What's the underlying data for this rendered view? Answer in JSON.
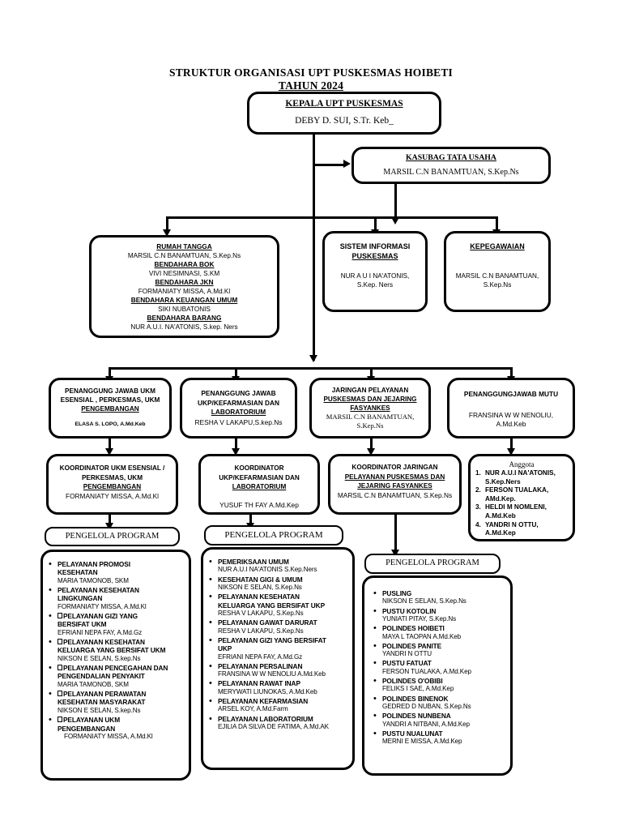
{
  "title": {
    "line1": "STRUKTUR ORGANISASI UPT PUSKESMAS HOIBETI",
    "line2": "TAHUN 2024"
  },
  "head": {
    "role": "KEPALA UPT PUSKESMAS",
    "name": "DEBY D. SUI, S.Tr. Keb_"
  },
  "kasubag": {
    "role": "KASUBAG TATA USAHA",
    "name": "MARSIL C.N BANAMTUAN, S.Kep.Ns"
  },
  "rumah_tangga": {
    "entries": [
      {
        "role": "RUMAH TANGGA",
        "name": "MARSIL C.N BANAMTUAN, S.Kep.Ns"
      },
      {
        "role": "BENDAHARA BOK",
        "name": "VIVI NESIMNASI, S.KM"
      },
      {
        "role": "BENDAHARA JKN",
        "name": "FORMANIATY MISSA, A.Md.Kl"
      },
      {
        "role": "BENDAHARA KEUANGAN UMUM",
        "name": "SIKI NUBATONIS"
      },
      {
        "role": "BENDAHARA BARANG",
        "name": "NUR A.U.I. NA'ATONIS, S.kep. Ners"
      }
    ]
  },
  "sistem_informasi": {
    "role_line1": "SISTEM INFORMASI",
    "role_line2": "PUSKESMAS",
    "name_line1": "NUR A U I NA'ATONIS,",
    "name_line2": "S.Kep. Ners"
  },
  "kepegawaian": {
    "role": "KEPEGAWAIAN",
    "name_line1": "MARSIL C.N BANAMTUAN,",
    "name_line2": "S.Kep.Ns"
  },
  "pj_ukm": {
    "role_line1": "PENANGGUNG JAWAB UKM",
    "role_line2": "ESENSIAL , PERKESMAS, UKM",
    "role_line3": "PENGEMBANGAN",
    "name": "ELASA S. LOPO, A.Md.Keb"
  },
  "pj_ukp": {
    "role_line1": "PENANGGUNG JAWAB",
    "role_line2": "UKP/KEFARMASIAN DAN",
    "role_line3": "LABORATORIUM",
    "name": "RESHA V LAKAPU,S.kep.Ns"
  },
  "jaringan": {
    "role_line1": "JARINGAN PELAYANAN",
    "role_line2": "PUSKESMAS     DAN    JEJARING",
    "role_line3": "FASYANKES",
    "name_line1": "MARSIL C.N BANAMTUAN,",
    "name_line2": "S.Kep.Ns"
  },
  "pj_mutu": {
    "role": "PENANGGUNGJAWAB MUTU",
    "name_line1": "FRANSINA W W NENOLIU,",
    "name_line2": "A.Md.Keb"
  },
  "koord_ukm": {
    "role_line1": "KOORDINATOR UKM ESENSIAL /",
    "role_line2": "PERKESMAS, UKM",
    "role_line3": "PENGEMBANGAN",
    "name": "FORMANIATY MISSA, A.Md.Kl"
  },
  "koord_ukp": {
    "role_line1": "KOORDINATOR",
    "role_line2": "UKP/KEFARMASIAN DAN",
    "role_line3": "LABORATORIUM",
    "name": "YUSUF TH FAY A.Md.Kep"
  },
  "koord_jaringan": {
    "role_line1": "KOORDINATOR JARINGAN",
    "role_line2": "PELAYANAN PUSKESMAS     DAN",
    "role_line3": "JEJARING FASYANKES",
    "name": "MARSIL C.N BANAMTUAN, S.Kep.Ns"
  },
  "anggota": {
    "heading": "Anggota",
    "members": [
      {
        "num": "1.",
        "name_line1": "NUR A.U.I NA'ATONIS,",
        "name_line2": "S.Kep.Ners"
      },
      {
        "num": "2.",
        "name_line1": "FERSON TUALAKA,",
        "name_line2": "AMd.Kep."
      },
      {
        "num": "3.",
        "name_line1": "HELDI M NOMLENI,",
        "name_line2": "A.Md.Keb"
      },
      {
        "num": "4.",
        "name_line1": "YANDRI N OTTU,",
        "name_line2": "A.Md.Kep"
      }
    ]
  },
  "pengelola_label_ukm": "PENGELOLA PROGRAM",
  "pengelola_label_ukp": "PENGELOLA PROGRAM",
  "pengelola_label_jaringan": "PENGELOLA PROGRAM",
  "programs_ukm": [
    {
      "marker": false,
      "title_lines": [
        "PELAYANAN PROMOSI",
        "KESEHATAN"
      ],
      "name": "MARIA TAMONOB, SKM"
    },
    {
      "marker": false,
      "title_lines": [
        "PELAYANAN KESEHATAN",
        "LINGKUNGAN"
      ],
      "name": "FORMANIATY MISSA, A.Md.Kl"
    },
    {
      "marker": true,
      "title_lines": [
        "PELAYANAN GIZI YANG",
        "BERSIFAT UKM"
      ],
      "name": "EFRIANI NEPA FAY, A.Md.Gz"
    },
    {
      "marker": true,
      "title_lines": [
        "PELAYANAN KESEHATAN",
        "KELUARGA YANG BERSIFAT UKM"
      ],
      "name": "NIKSON E SELAN, S.kep.Ns"
    },
    {
      "marker": true,
      "title_lines": [
        "PELAYANAN PENCEGAHAN DAN",
        "PENGENDALIAN PENYAKIT"
      ],
      "name": "MARIA TAMONOB, SKM"
    },
    {
      "marker": true,
      "title_lines": [
        "PELAYANAN PERAWATAN",
        "KESEHATAN MASYARAKAT"
      ],
      "name": "NIKSON E SELAN, S.kep.Ns"
    },
    {
      "marker": true,
      "title_lines": [
        "PELAYANAN UKM",
        "PENGEMBANGAN"
      ],
      "name": "FORMANIATY MISSA, A.Md.Kl"
    }
  ],
  "programs_ukp": [
    {
      "marker": false,
      "title_lines": [
        "PEMERIKSAAN UMUM"
      ],
      "name": "NUR A.U.I NA'ATONIS S.Kep.Ners"
    },
    {
      "marker": false,
      "title_lines": [
        "KESEHATAN GIGI & UMUM"
      ],
      "name": "NIKSON E SELAN, S.Kep.Ns"
    },
    {
      "marker": false,
      "title_lines": [
        "PELAYANAN KESEHATAN",
        "KELUARGA YANG BERSIFAT UKP"
      ],
      "name": "RESHA V LAKAPU, S.Kep.Ns"
    },
    {
      "marker": false,
      "title_lines": [
        "PELAYANAN GAWAT DARURAT"
      ],
      "name": "RESHA V LAKAPU, S.Kep.Ns"
    },
    {
      "marker": false,
      "title_lines": [
        "PELAYANAN GIZI YANG BERSIFAT",
        "UKP"
      ],
      "name": "EFRIANI NEPA FAY, A.Md.Gz"
    },
    {
      "marker": false,
      "title_lines": [
        "PELAYANAN PERSALINAN"
      ],
      "name": "FRANSINA W W NENOLIU A.Md.Keb"
    },
    {
      "marker": false,
      "title_lines": [
        "PELAYANAN RAWAT INAP"
      ],
      "name": "MERYWATI LIUNOKAS, A.Md.Keb"
    },
    {
      "marker": false,
      "title_lines": [
        "PELAYANAN KEFARMASIAN"
      ],
      "name": "ARSEL KOY, A.Md.Farm"
    },
    {
      "marker": false,
      "title_lines": [
        "PELAYANAN LABORATORIUM"
      ],
      "name": "EJILIA DA SILVA DE FATIMA, A.Md.AK"
    }
  ],
  "programs_jaringan": [
    {
      "marker": false,
      "title_lines": [
        "PUSLING"
      ],
      "name": "NIKSON E SELAN, S.Kep.Ns"
    },
    {
      "marker": false,
      "title_lines": [
        "PUSTU KOTOLIN"
      ],
      "name": "YUNIATI PITAY, S.Kep.Ns"
    },
    {
      "marker": false,
      "title_lines": [
        "POLINDES HOIBETI"
      ],
      "name": "MAYA L TAOPAN A.Md.Keb"
    },
    {
      "marker": false,
      "title_lines": [
        "POLINDES PANITE"
      ],
      "name": "YANDRI N OTTU"
    },
    {
      "marker": false,
      "title_lines": [
        "PUSTU FATUAT"
      ],
      "name": "FERSON TUALAKA, A.Md.Kep"
    },
    {
      "marker": false,
      "title_lines": [
        "POLINDES O'OBIBI"
      ],
      "name": "FELIKS I SAE, A.Md.Kep"
    },
    {
      "marker": false,
      "title_lines": [
        "POLINDES BINENOK"
      ],
      "name": "GEDRED D NUBAN, S.Kep.Ns"
    },
    {
      "marker": false,
      "title_lines": [
        "POLINDES NUNBENA"
      ],
      "name": "YANDRI A NITBANI, A.Md.Kep"
    },
    {
      "marker": false,
      "title_lines": [
        "PUSTU NUALUNAT"
      ],
      "name": "MERNI E MISSA, A.Md.Kep"
    }
  ]
}
